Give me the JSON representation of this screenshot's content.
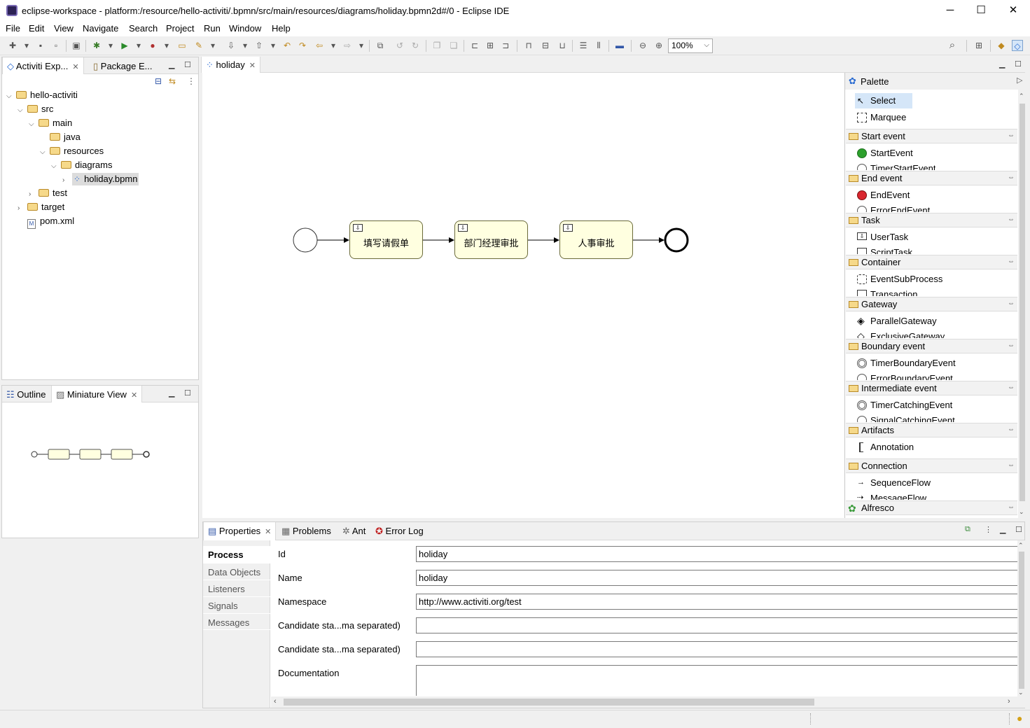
{
  "window": {
    "title": "eclipse-workspace - platform:/resource/hello-activiti/.bpmn/src/main/resources/diagrams/holiday.bpmn2d#/0 - Eclipse IDE",
    "minimize": "─",
    "maximize": "☐",
    "close": "✕"
  },
  "menu": [
    "File",
    "Edit",
    "View",
    "Navigate",
    "Search",
    "Project",
    "Run",
    "Window",
    "Help"
  ],
  "toolbar": {
    "zoom": "100%"
  },
  "explorer": {
    "tabs": [
      "Activiti Exp...",
      "Package E..."
    ],
    "tree": [
      "hello-activiti",
      "src",
      "main",
      "java",
      "resources",
      "diagrams",
      "holiday.bpmn",
      "test",
      "target",
      "pom.xml"
    ]
  },
  "outline": {
    "tabs": [
      "Outline",
      "Miniature View"
    ]
  },
  "editor": {
    "tab": "holiday",
    "tasks": [
      "填写请假单",
      "部门经理审批",
      "人事审批"
    ]
  },
  "palette": {
    "title": "Palette",
    "tools": [
      "Select",
      "Marquee"
    ],
    "groups": [
      {
        "title": "Start event",
        "item": "StartEvent",
        "partial": "TimerStartEvent"
      },
      {
        "title": "End event",
        "item": "EndEvent",
        "partial": "ErrorEndEvent"
      },
      {
        "title": "Task",
        "item": "UserTask",
        "partial": "ScriptTask"
      },
      {
        "title": "Container",
        "item": "EventSubProcess",
        "partial": "Transaction"
      },
      {
        "title": "Gateway",
        "item": "ParallelGateway",
        "partial": "ExclusiveGateway"
      },
      {
        "title": "Boundary event",
        "item": "TimerBoundaryEvent",
        "partial": "ErrorBoundaryEvent"
      },
      {
        "title": "Intermediate event",
        "item": "TimerCatchingEvent",
        "partial": "SignalCatchingEvent"
      },
      {
        "title": "Artifacts",
        "item": "Annotation"
      },
      {
        "title": "Connection",
        "item": "SequenceFlow",
        "partial": "MessageFlow"
      },
      {
        "title": "Alfresco"
      }
    ]
  },
  "properties": {
    "tabs": [
      "Properties",
      "Problems",
      "Ant",
      "Error Log"
    ],
    "sections": [
      "Process",
      "Data Objects",
      "Listeners",
      "Signals",
      "Messages"
    ],
    "fields": [
      {
        "label": "Id",
        "value": "holiday"
      },
      {
        "label": "Name",
        "value": "holiday"
      },
      {
        "label": "Namespace",
        "value": "http://www.activiti.org/test"
      },
      {
        "label": "Candidate sta...ma separated)",
        "value": ""
      },
      {
        "label": "Candidate sta...ma separated)",
        "value": ""
      },
      {
        "label": "Documentation",
        "value": ""
      }
    ]
  },
  "colors": {
    "task_fill": "#ffffe0",
    "accent": "#c7dff7",
    "start_event": "#2ca02c",
    "end_event": "#d9262f"
  }
}
